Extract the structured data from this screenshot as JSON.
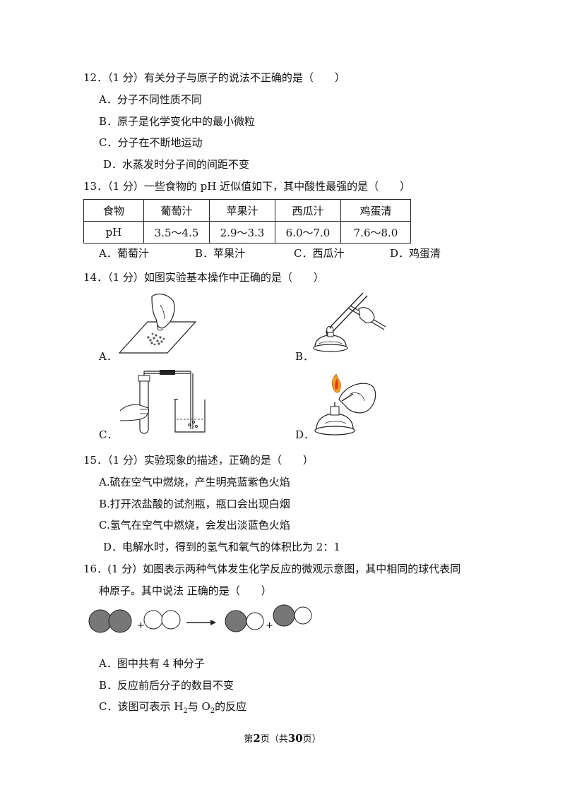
{
  "q12": {
    "stem": "12．（1 分）有关分子与原子的说法不正确的是（　　）",
    "options": [
      "A．分子不同性质不同",
      "B．原子是化学变化中的最小微粒",
      "C．分子在不断地运动",
      "D．水蒸发时分子间的间距不变"
    ]
  },
  "q13": {
    "stem": "13．（1 分）一些食物的 pH 近似值如下，其中酸性最强的是（　　）",
    "table": {
      "header": [
        "食物",
        "葡萄汁",
        "苹果汁",
        "西瓜汁",
        "鸡蛋清"
      ],
      "row": [
        "pH",
        "3.5～4.5",
        "2.9～3.3",
        "6.0～7.0",
        "7.6～8.0"
      ]
    },
    "options": [
      "A．葡萄汁",
      "B．苹果汁",
      "C．西瓜汁",
      "D．鸡蛋清"
    ]
  },
  "q14": {
    "stem": "14．（1 分）如图实验基本操作中正确的是（　　）",
    "labels": [
      "A．",
      "B．",
      "C．",
      "D．"
    ]
  },
  "q15": {
    "stem": "15．（1 分）实验现象的描述，正确的是（　　）",
    "options": [
      "A.硫在空气中燃烧，产生明亮蓝紫色火焰",
      "B.打开浓盐酸的试剂瓶，瓶口会出现白烟",
      "C.氢气在空气中燃烧，会发出淡蓝色火焰",
      "D．电解水时，得到的氢气和氧气的体积比为 2：1"
    ]
  },
  "q16": {
    "stem_line1": "16．(1 分）如图表示两种气体发生化学反应的微观示意图，其中相同的球代表同",
    "stem_line2": "种原子。其中说法  正确的是（　　）",
    "plus": "+",
    "options": [
      "A．图中共有 4  种分子",
      "B．反应前后分子的数目不变"
    ],
    "optionC_prefix": "C．该图可表示 H",
    "optionC_sub1": "2",
    "optionC_mid": "与 O",
    "optionC_sub2": "2",
    "optionC_suffix": "的反应"
  },
  "footer": {
    "prefix": "第",
    "page": "2",
    "middle": "页（共",
    "total": "30",
    "suffix": "页）"
  }
}
